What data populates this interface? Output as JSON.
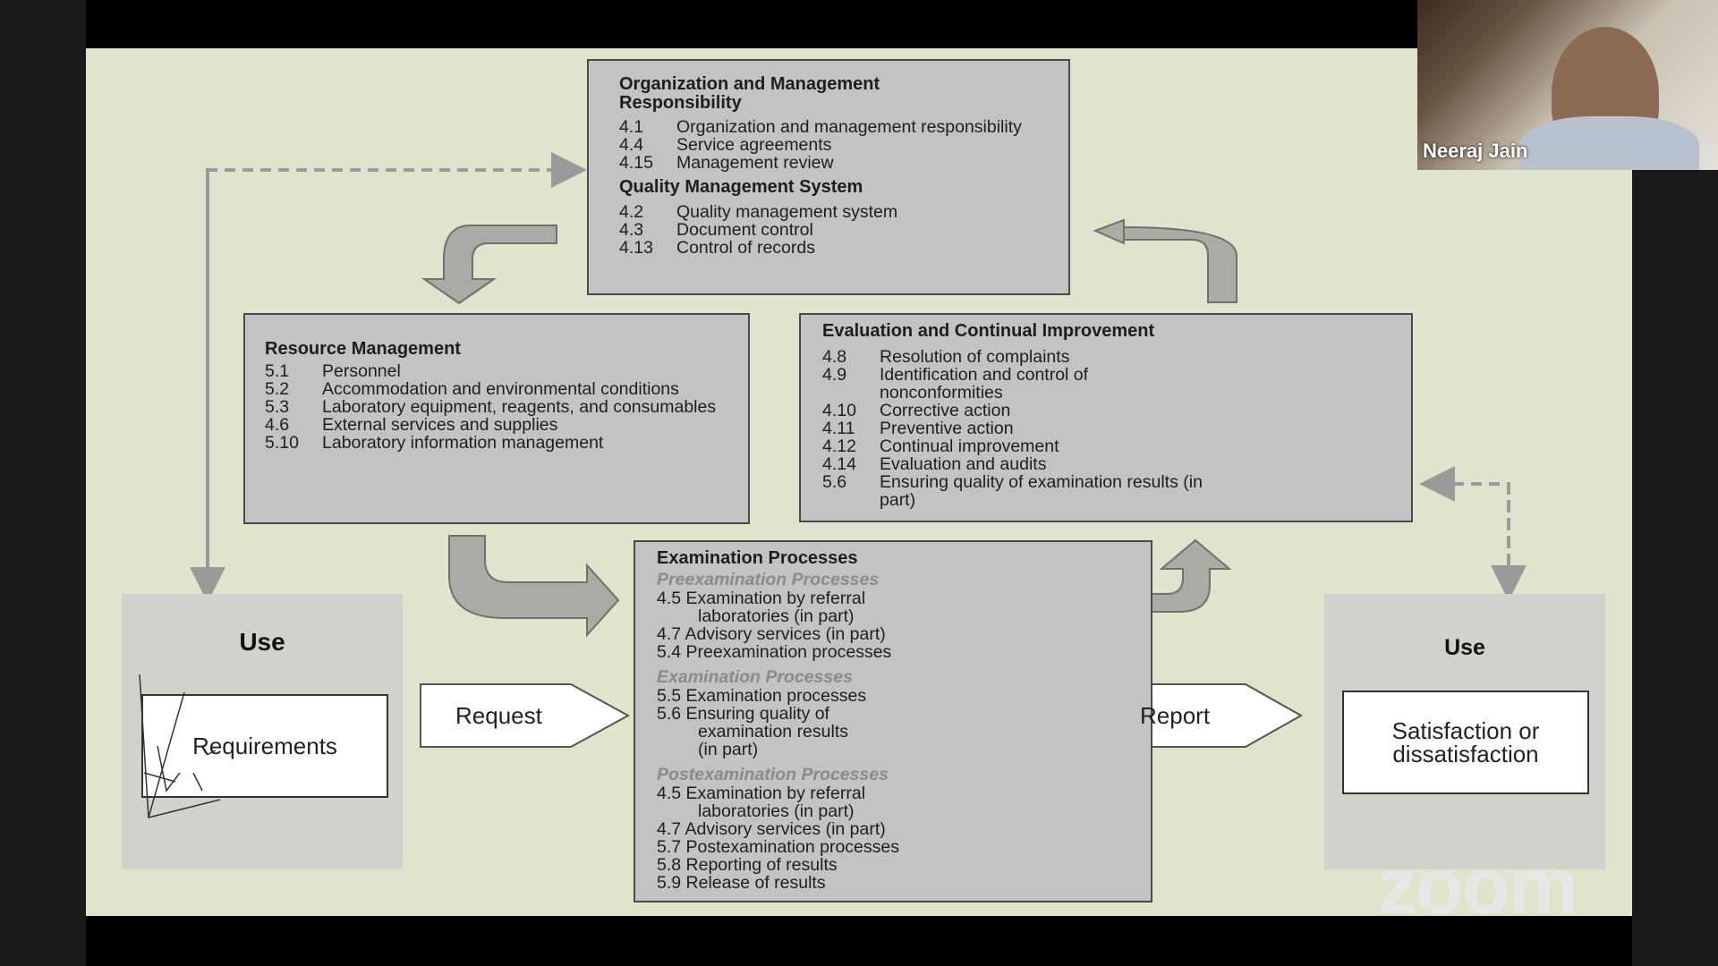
{
  "slide": {
    "org": {
      "title": "Organization and Management Responsibility",
      "items": [
        {
          "num": "4.1",
          "text": "Organization and management responsibility"
        },
        {
          "num": "4.4",
          "text": "Service agreements"
        },
        {
          "num": "4.15",
          "text": "Management review"
        }
      ],
      "qms_title": "Quality Management System",
      "qms_items": [
        {
          "num": "4.2",
          "text": "Quality management system"
        },
        {
          "num": "4.3",
          "text": "Document control"
        },
        {
          "num": "4.13",
          "text": "Control of records"
        }
      ]
    },
    "resource": {
      "title": "Resource Management",
      "items": [
        {
          "num": "5.1",
          "text": "Personnel"
        },
        {
          "num": "5.2",
          "text": "Accommodation and environmental conditions"
        },
        {
          "num": "5.3",
          "text": "Laboratory equipment, reagents, and consumables"
        },
        {
          "num": "4.6",
          "text": "External services and supplies"
        },
        {
          "num": "5.10",
          "text": "Laboratory information management"
        }
      ]
    },
    "evaluation": {
      "title": "Evaluation and Continual Improvement",
      "items": [
        {
          "num": "4.8",
          "text": "Resolution of complaints"
        },
        {
          "num": "4.9",
          "text": "Identification and control of nonconformities"
        },
        {
          "num": "4.10",
          "text": "Corrective action"
        },
        {
          "num": "4.11",
          "text": "Preventive action"
        },
        {
          "num": "4.12",
          "text": "Continual improvement"
        },
        {
          "num": "4.14",
          "text": "Evaluation and audits"
        },
        {
          "num": "5.6",
          "text": "Ensuring quality of examination results (in part)"
        }
      ]
    },
    "exam": {
      "title": "Examination Processes",
      "pre_title": "Preexamination Processes",
      "pre_items": [
        "4.5 Examination by referral",
        "laboratories (in part)",
        "4.7 Advisory services (in part)",
        "5.4 Preexamination processes"
      ],
      "exam_title": "Examination Processes",
      "exam_items": [
        "5.5 Examination processes",
        "5.6 Ensuring quality of",
        "examination results",
        "(in part)"
      ],
      "post_title": "Postexamination Processes",
      "post_items": [
        "4.5 Examination by referral",
        "laboratories (in part)",
        "4.7 Advisory services (in part)",
        "5.7 Postexamination processes",
        "5.8 Reporting of results",
        "5.9 Release of results"
      ]
    },
    "left_use": {
      "label": "Use",
      "box": "Requirements"
    },
    "right_use": {
      "label": "Use",
      "box": "Satisfaction or dissatisfaction"
    },
    "request_label": "Request",
    "report_label": "Report"
  },
  "webcam": {
    "name": "Neeraj Jain"
  },
  "zoom_logo": "zoom",
  "colors": {
    "slide_bg": "#dfe5cd",
    "box_bg": "#c3c3c3",
    "arrow": "#a9aca5",
    "dash": "#9a9a9a"
  }
}
